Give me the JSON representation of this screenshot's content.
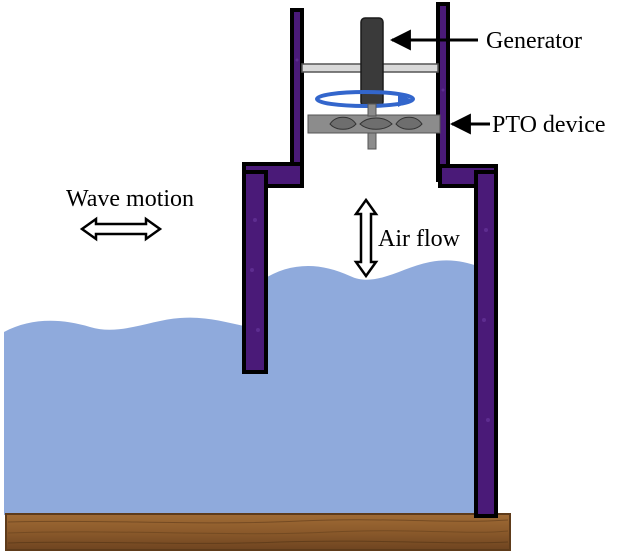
{
  "labels": {
    "generator": "Generator",
    "pto_device": "PTO device",
    "wave_motion": "Wave motion",
    "air_flow": "Air flow"
  },
  "colors": {
    "water": "#8faadc",
    "wall_fill": "#4a1a78",
    "wall_outline": "#000000",
    "generator_body": "#3a3a3a",
    "turbine": "#8c8c8c",
    "rotation_arrow": "#3366cc",
    "wood": "#8b5a2b",
    "wood_dark": "#5e3b1a"
  },
  "icons": {
    "wave_motion": "double-headed-horizontal-arrow",
    "air_flow": "double-headed-vertical-arrow",
    "rotation": "curved-rotation-arrow"
  }
}
